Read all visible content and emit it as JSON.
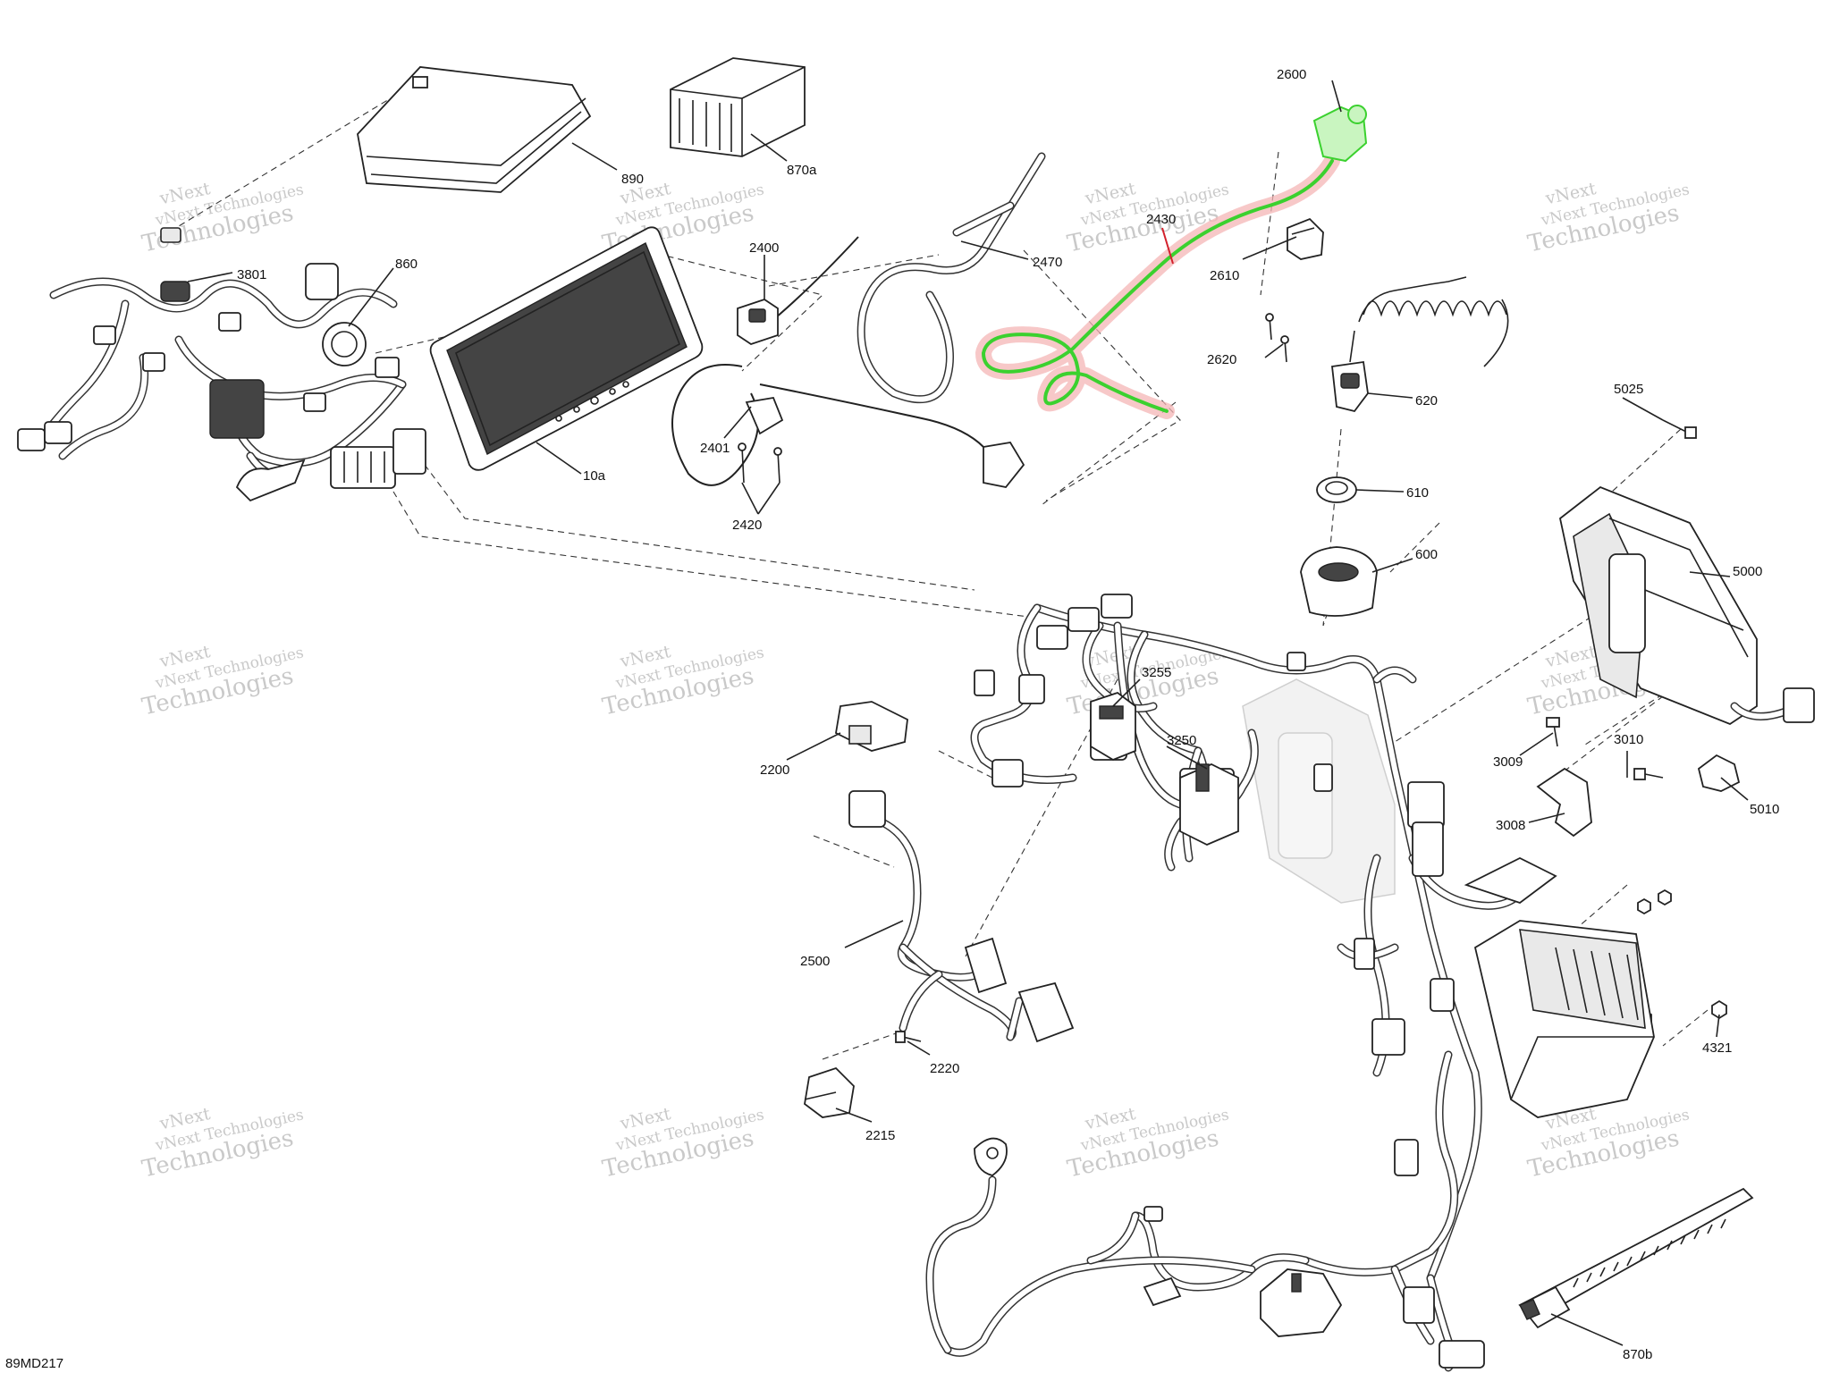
{
  "diagram_code": "89MD217",
  "watermark_text": [
    "vNext Technologies",
    "vNext",
    "Technologies"
  ],
  "colors": {
    "highlight_green": "#3bd12f",
    "highlight_glow": "#f4b6b6",
    "leader_red": "#d3212c",
    "watermark": "#c9c9c9"
  },
  "parts": [
    {
      "id": "890",
      "label": "890"
    },
    {
      "id": "870a",
      "label": "870a"
    },
    {
      "id": "2600",
      "label": "2600"
    },
    {
      "id": "2430",
      "label": "2430"
    },
    {
      "id": "2610",
      "label": "2610"
    },
    {
      "id": "2620",
      "label": "2620"
    },
    {
      "id": "3801",
      "label": "3801"
    },
    {
      "id": "860",
      "label": "860"
    },
    {
      "id": "2400",
      "label": "2400"
    },
    {
      "id": "2470",
      "label": "2470"
    },
    {
      "id": "620",
      "label": "620"
    },
    {
      "id": "5025",
      "label": "5025"
    },
    {
      "id": "10a",
      "label": "10a"
    },
    {
      "id": "2401",
      "label": "2401"
    },
    {
      "id": "2420",
      "label": "2420"
    },
    {
      "id": "610",
      "label": "610"
    },
    {
      "id": "600",
      "label": "600"
    },
    {
      "id": "5000",
      "label": "5000"
    },
    {
      "id": "3255",
      "label": "3255"
    },
    {
      "id": "3250",
      "label": "3250"
    },
    {
      "id": "2200",
      "label": "2200"
    },
    {
      "id": "3009",
      "label": "3009"
    },
    {
      "id": "3010",
      "label": "3010"
    },
    {
      "id": "5010",
      "label": "5010"
    },
    {
      "id": "3008",
      "label": "3008"
    },
    {
      "id": "2500",
      "label": "2500"
    },
    {
      "id": "4321",
      "label": "4321"
    },
    {
      "id": "2220",
      "label": "2220"
    },
    {
      "id": "2215",
      "label": "2215"
    },
    {
      "id": "870b",
      "label": "870b"
    }
  ]
}
